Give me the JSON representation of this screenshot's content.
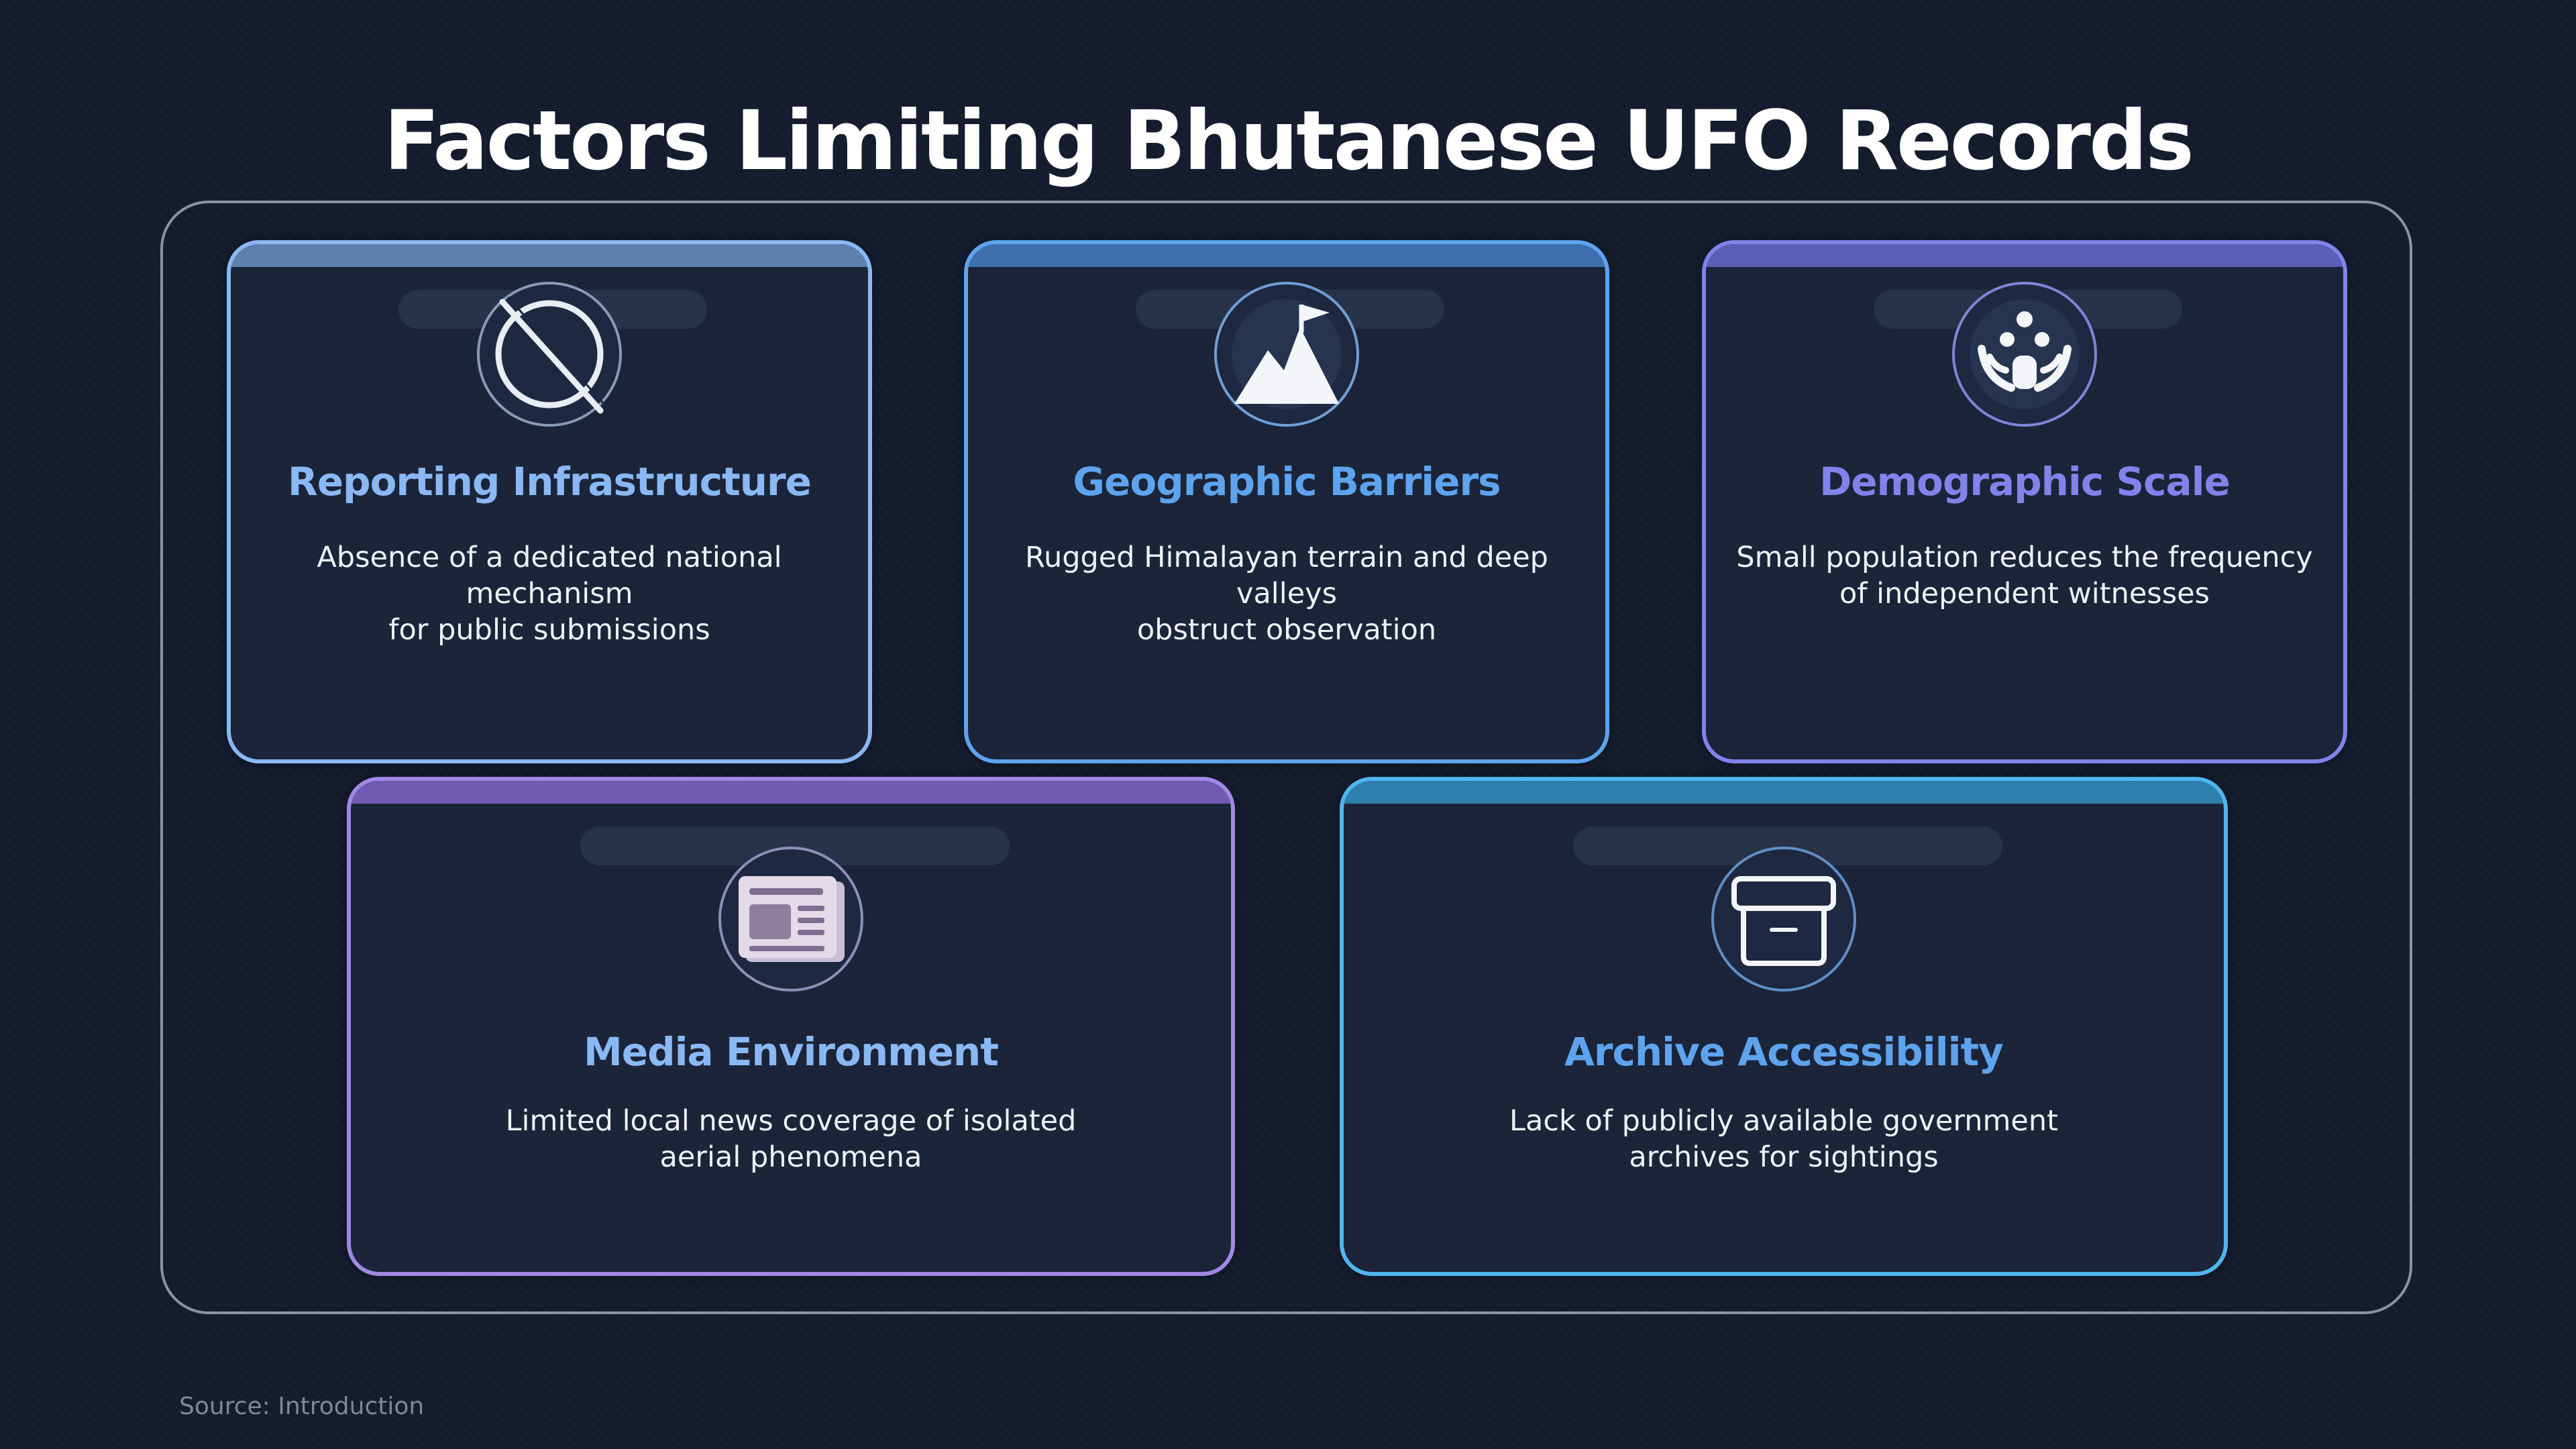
{
  "title": "Factors Limiting Bhutanese UFO Records",
  "cards": [
    {
      "title": "Reporting Infrastructure",
      "desc_lines": [
        "Absence of a dedicated national mechanism",
        "for public submissions"
      ],
      "icon": "no-symbol-icon",
      "color": "#8ab8f5"
    },
    {
      "title": "Geographic Barriers",
      "desc_lines": [
        "Rugged Himalayan terrain and deep valleys",
        "obstruct observation"
      ],
      "icon": "mountain-flag-icon",
      "color": "#5ea3ee"
    },
    {
      "title": "Demographic Scale",
      "desc_lines": [
        "Small population reduces the frequency",
        "of independent witnesses"
      ],
      "icon": "community-icon",
      "color": "#8183ea"
    },
    {
      "title": "Media Environment",
      "desc_lines": [
        "Limited local news coverage of isolated",
        "aerial phenomena"
      ],
      "icon": "newspaper-icon",
      "color": "#a088e6"
    },
    {
      "title": "Archive Accessibility",
      "desc_lines": [
        "Lack of publicly available government",
        "archives for sightings"
      ],
      "icon": "archive-box-icon",
      "color": "#4fb5ee"
    }
  ],
  "source": "Source: Introduction"
}
